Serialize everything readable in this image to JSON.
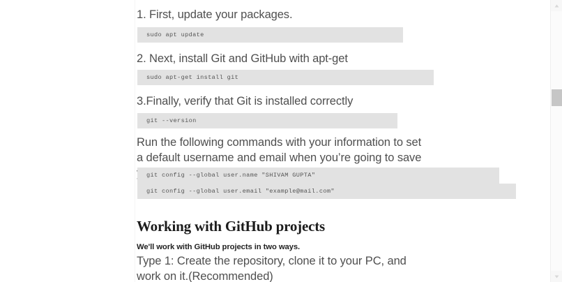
{
  "document": {
    "steps": [
      {
        "label": "1. First, update your packages.",
        "code": "sudo apt update"
      },
      {
        "label": "2. Next, install Git and GitHub with apt-get",
        "code": "sudo apt-get install git"
      },
      {
        "label": "3.Finally, verify that Git is installed correctly",
        "code": "git --version"
      }
    ],
    "paragraph_config": "Run the following commands with your information to set a default username and email when you’re going to save your work.",
    "config_commands": [
      "git config --global user.name \"SHIVAM GUPTA\"",
      "git config --global user.email \"example@mail.com\""
    ],
    "section_heading": "Working with GitHub projects",
    "section_subtitle": "We'll work with GitHub projects in two ways.",
    "type_one_text": "Type 1: Create the repository, clone it to your PC, and work on it.(Recommended)"
  },
  "scrollbar": {
    "up_icon": "scroll-up-arrow-icon",
    "down_icon": "scroll-down-arrow-icon"
  },
  "colors": {
    "page_background": "#ffffff",
    "body_text": "#4f4f4f",
    "heading_text": "#1c1c1c",
    "code_background": "#e2e2e2",
    "code_text": "#555555",
    "scrollbar_thumb": "#c6c6c6",
    "scrollbar_track": "#f7f7f7"
  }
}
